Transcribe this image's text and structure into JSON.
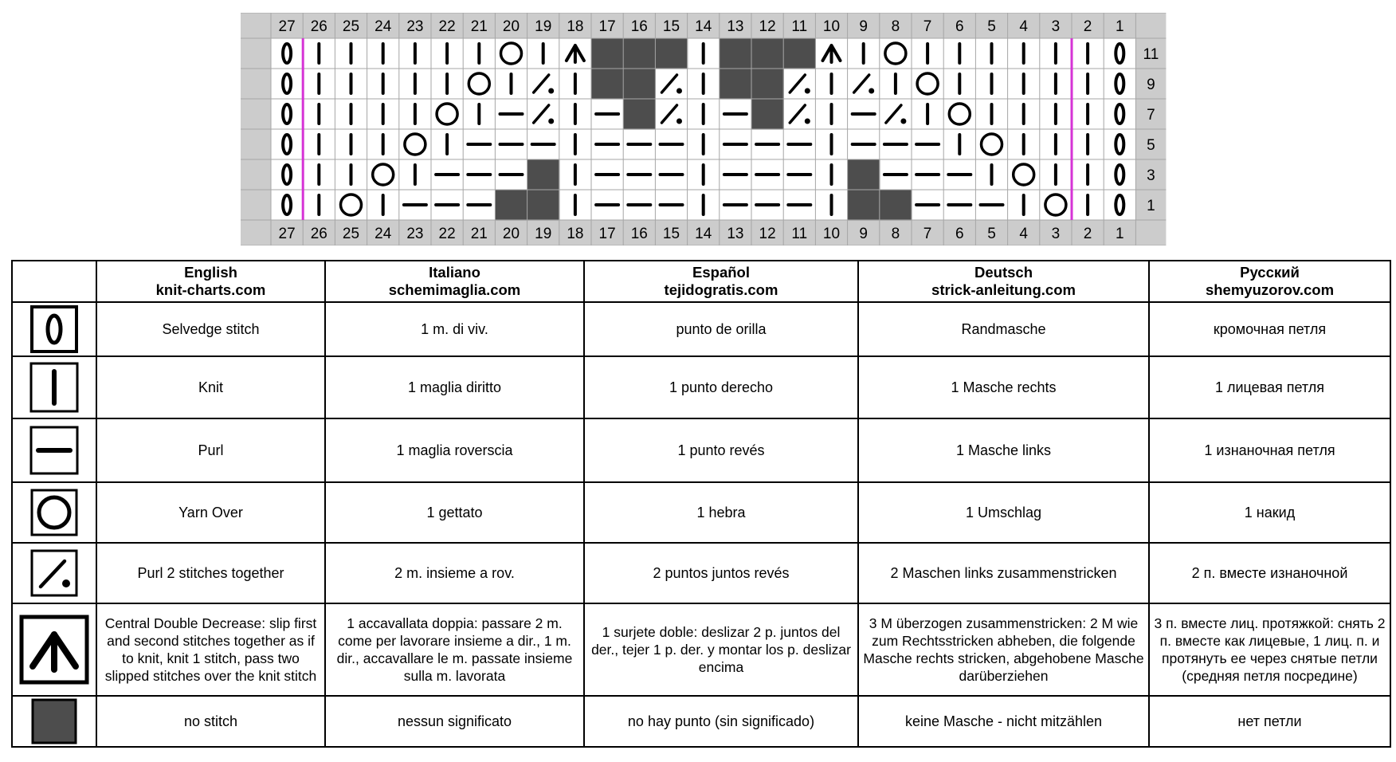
{
  "chart_data": {
    "type": "table",
    "columns": [
      27,
      26,
      25,
      24,
      23,
      22,
      21,
      20,
      19,
      18,
      17,
      16,
      15,
      14,
      13,
      12,
      11,
      10,
      9,
      8,
      7,
      6,
      5,
      4,
      3,
      2,
      1
    ],
    "row_labels": [
      "11",
      "9",
      "7",
      "5",
      "3",
      "1"
    ],
    "row_key": "characters per column 27..1: 0=selvedge, K=knit, P=purl, O=yarn over, S=purl 2 together, A=central double decrease, X=no stitch",
    "rows": [
      {
        "label": "11",
        "stitches": "0KKKKKKOKAXXXKXXXAKOKKKKKK0"
      },
      {
        "label": "9",
        "stitches": "0KKKKKOKSKXXSKXXSKSKOKKKKK0"
      },
      {
        "label": "7",
        "stitches": "0KKKKOKPSKPXSKPXSKPSKOKKKK0"
      },
      {
        "label": "5",
        "stitches": "0KKKOKPPPKPPPKPPPKPPPKOKKK0"
      },
      {
        "label": "3",
        "stitches": "0KKOKPPPXKPPPKPPPKXPPPKOKK0"
      },
      {
        "label": "1",
        "stitches": "0KOKPPPXXKPPPKPPPKXXPPPKOK0"
      }
    ],
    "boundary_lines_after_columns": [
      27,
      3
    ],
    "boundary_color": "#d633d6",
    "no_stitch_color": "#4d4d4d",
    "grid_header_color": "#cccccc",
    "grid_line_color": "#a6a6a6"
  },
  "legend": {
    "headers": [
      {
        "lang": "English",
        "site": "knit-charts.com"
      },
      {
        "lang": "Italiano",
        "site": "schemimaglia.com"
      },
      {
        "lang": "Español",
        "site": "tejidogratis.com"
      },
      {
        "lang": "Deutsch",
        "site": "strick-anleitung.com"
      },
      {
        "lang": "Русский",
        "site": "shemyuzorov.com"
      }
    ],
    "rows": [
      {
        "icon": "selvedge-icon",
        "cells": [
          "Selvedge stitch",
          "1 m. di viv.",
          "punto de orilla",
          "Randmasche",
          "кромочная петля"
        ]
      },
      {
        "icon": "knit-icon",
        "cells": [
          "Knit",
          "1 maglia  diritto",
          "1 punto derecho",
          "1 Masche rechts",
          "1 лицевая петля"
        ]
      },
      {
        "icon": "purl-icon",
        "cells": [
          "Purl",
          "1 maglia roverscia",
          "1 punto revés",
          "1 Masche links",
          "1 изнаночная петля"
        ]
      },
      {
        "icon": "yarn-over-icon",
        "cells": [
          "Yarn Over",
          "1 gettato",
          "1 hebra",
          "1 Umschlag",
          "1 накид"
        ]
      },
      {
        "icon": "purl-2-together-icon",
        "cells": [
          "Purl 2 stitches together",
          "2 m. insieme a rov.",
          "2 puntos juntos revés",
          "2 Maschen links zusammenstricken",
          "2 п. вместе изнаночной"
        ]
      },
      {
        "icon": "central-double-decrease-icon",
        "cells": [
          "Central Double Decrease: slip first and second stitches together as if to knit, knit 1 stitch, pass two slipped stitches over the knit stitch",
          "1 accavallata doppia: passare 2 m. come per lavorare insieme a dir., 1 m. dir., accavallare le m. passate insieme sulla m. lavorata",
          "1 surjete doble: deslizar 2 p. juntos del der., tejer 1 p. der. y montar los p. deslizar encima",
          "3 M überzogen zusammenstricken: 2 M wie zum Rechtsstricken abheben, die folgende Masche rechts stricken, abgehobene Masche darüberziehen",
          "3 п. вместе лиц. протяжкой: снять 2 п. вместе как лицевые, 1 лиц. п. и протянуть ее через снятые петли (средняя петля посредине)"
        ]
      },
      {
        "icon": "no-stitch-icon",
        "cells": [
          "no stitch",
          "nessun significato",
          "no hay punto (sin significado)",
          "keine Masche -  nicht mitzählen",
          "нет петли"
        ]
      }
    ]
  }
}
